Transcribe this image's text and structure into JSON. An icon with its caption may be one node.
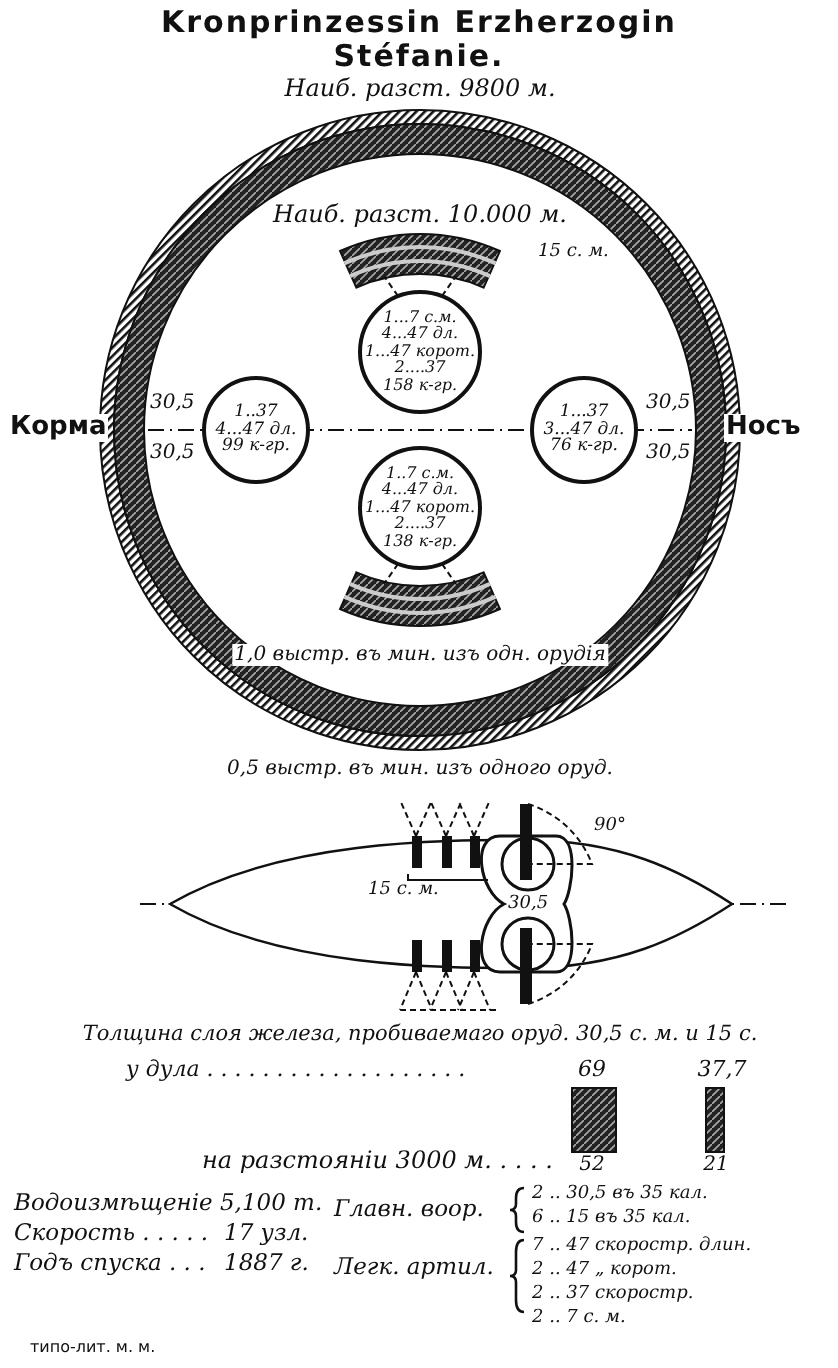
{
  "diagram": {
    "title": "Kronprinzessin Erzherzogin Stéfanie.",
    "nodes": [
      {
        "text": [
          "1...7 с.м.",
          "4...47 дл.",
          "1...47 корот.",
          "2....37",
          "158 к-гр."
        ]
      },
      {
        "text": [
          "1..37",
          "4...47 дл.",
          "99 к-гр."
        ]
      },
      {
        "text": [
          "1...37",
          "3...47 дл.",
          "76 к-гр."
        ]
      },
      {
        "text": [
          "1..7 с.м.",
          "4...47 дл.",
          "1...47 корот.",
          "2....37",
          "138 к-гр."
        ]
      }
    ],
    "labels": [
      "Наиб. разст. 9800 м.",
      "Наиб. разст. 10.000 м.",
      "15 с. м.",
      "Корма",
      "30,5",
      "30,5",
      "30,5",
      "Носъ",
      "30,5",
      "1,0 выстр. въ мин. изъ одн. орудія",
      "0,5 выстр. въ мин. изъ одного оруд.",
      "90°",
      "15 с. м.",
      "30,5",
      "Толщина слоя железа, пробиваемаго оруд. 30,5 с. м. и 15 с.",
      "у дула . . . . . . . . . . . . . . . . . . .",
      "69",
      "37,7",
      "на разстояніи 3000 м. . . . .",
      "52",
      "21",
      "Водоизмѣщеніе 5,100 т.",
      "Главн. воор.",
      "2 .. 30,5 въ 35 кал.",
      "6 .. 15 въ 35 кал.",
      "Скорость . . . . .",
      "17 узл.",
      "Годъ спуска . . .",
      "1887 г.",
      "Легк. артил.",
      "7 .. 47 скоростр. длин.",
      "2 .. 47 „ корот.",
      "2 .. 37 скоростр.",
      "2 .. 7 с. м.",
      "типо-лит. м. м."
    ]
  }
}
